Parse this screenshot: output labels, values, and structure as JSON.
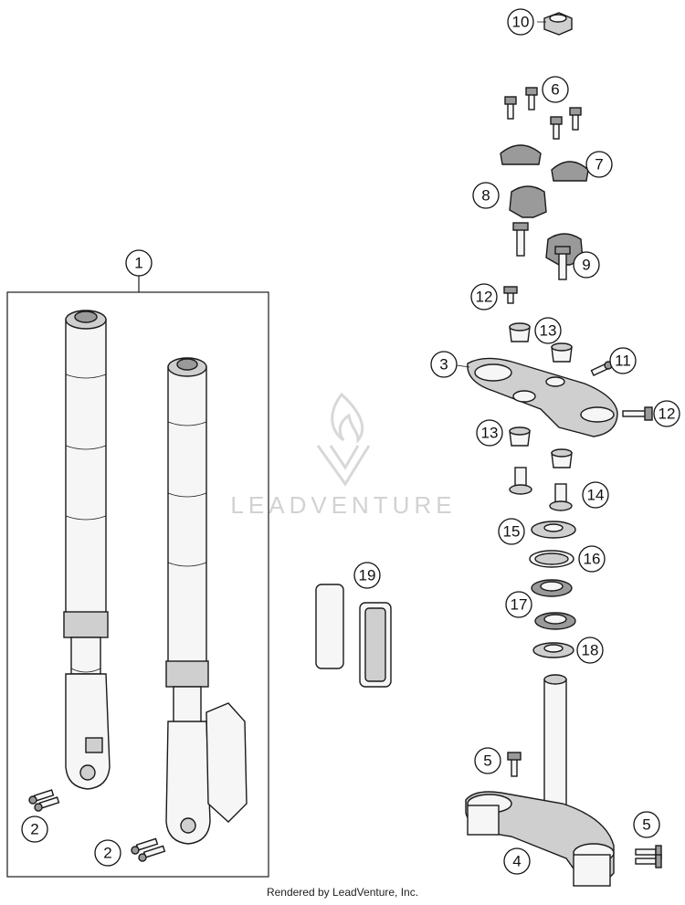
{
  "watermark": {
    "brand": "LEADVENTURE"
  },
  "footer": {
    "text": "Rendered by LeadVenture, Inc."
  },
  "callouts": {
    "c1": "1",
    "c2a": "2",
    "c2b": "2",
    "c3": "3",
    "c4": "4",
    "c5a": "5",
    "c5b": "5",
    "c6": "6",
    "c7": "7",
    "c8": "8",
    "c9": "9",
    "c10": "10",
    "c11": "11",
    "c12a": "12",
    "c12b": "12",
    "c13a": "13",
    "c13b": "13",
    "c14": "14",
    "c15": "15",
    "c16": "16",
    "c17": "17",
    "c18": "18",
    "c19": "19"
  }
}
